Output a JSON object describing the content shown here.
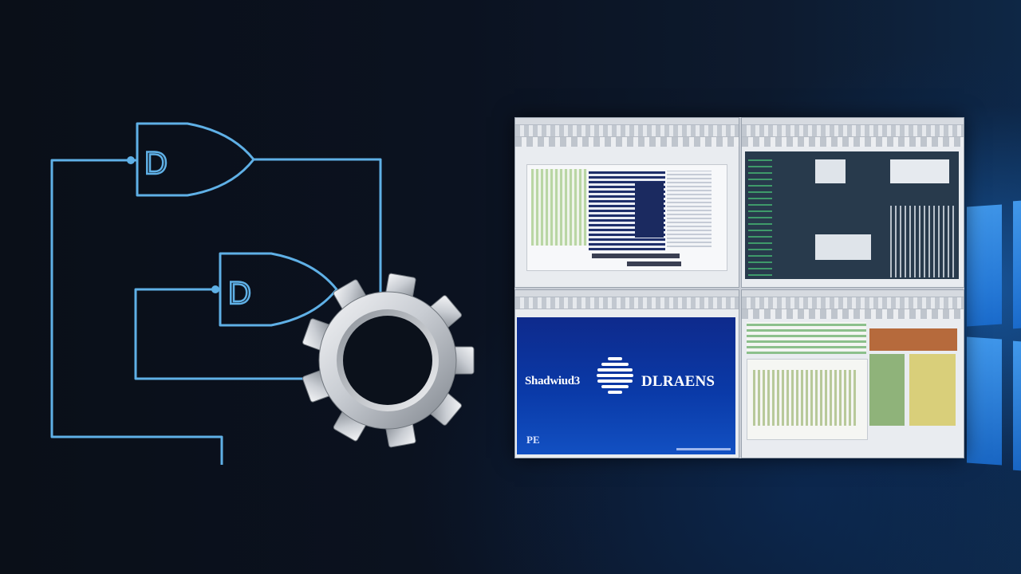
{
  "image": {
    "description_colors": {
      "circuit_stroke": "#5fb0e6",
      "gear_light": "#e8eaee",
      "gear_dark": "#8e949c",
      "splash_blue": "#0e2a8c",
      "windows_glow": "#2a86ee"
    }
  },
  "circuit": {
    "gate_top_label": "D",
    "gate_bottom_label": "D"
  },
  "collage": {
    "splash": {
      "left_text": "Shadwiud3",
      "right_text": "DLRAENS",
      "corner_text": "PE"
    }
  },
  "icons": [
    "and-gate-icon",
    "gear-icon",
    "windows-logo-icon",
    "globe-icon"
  ]
}
